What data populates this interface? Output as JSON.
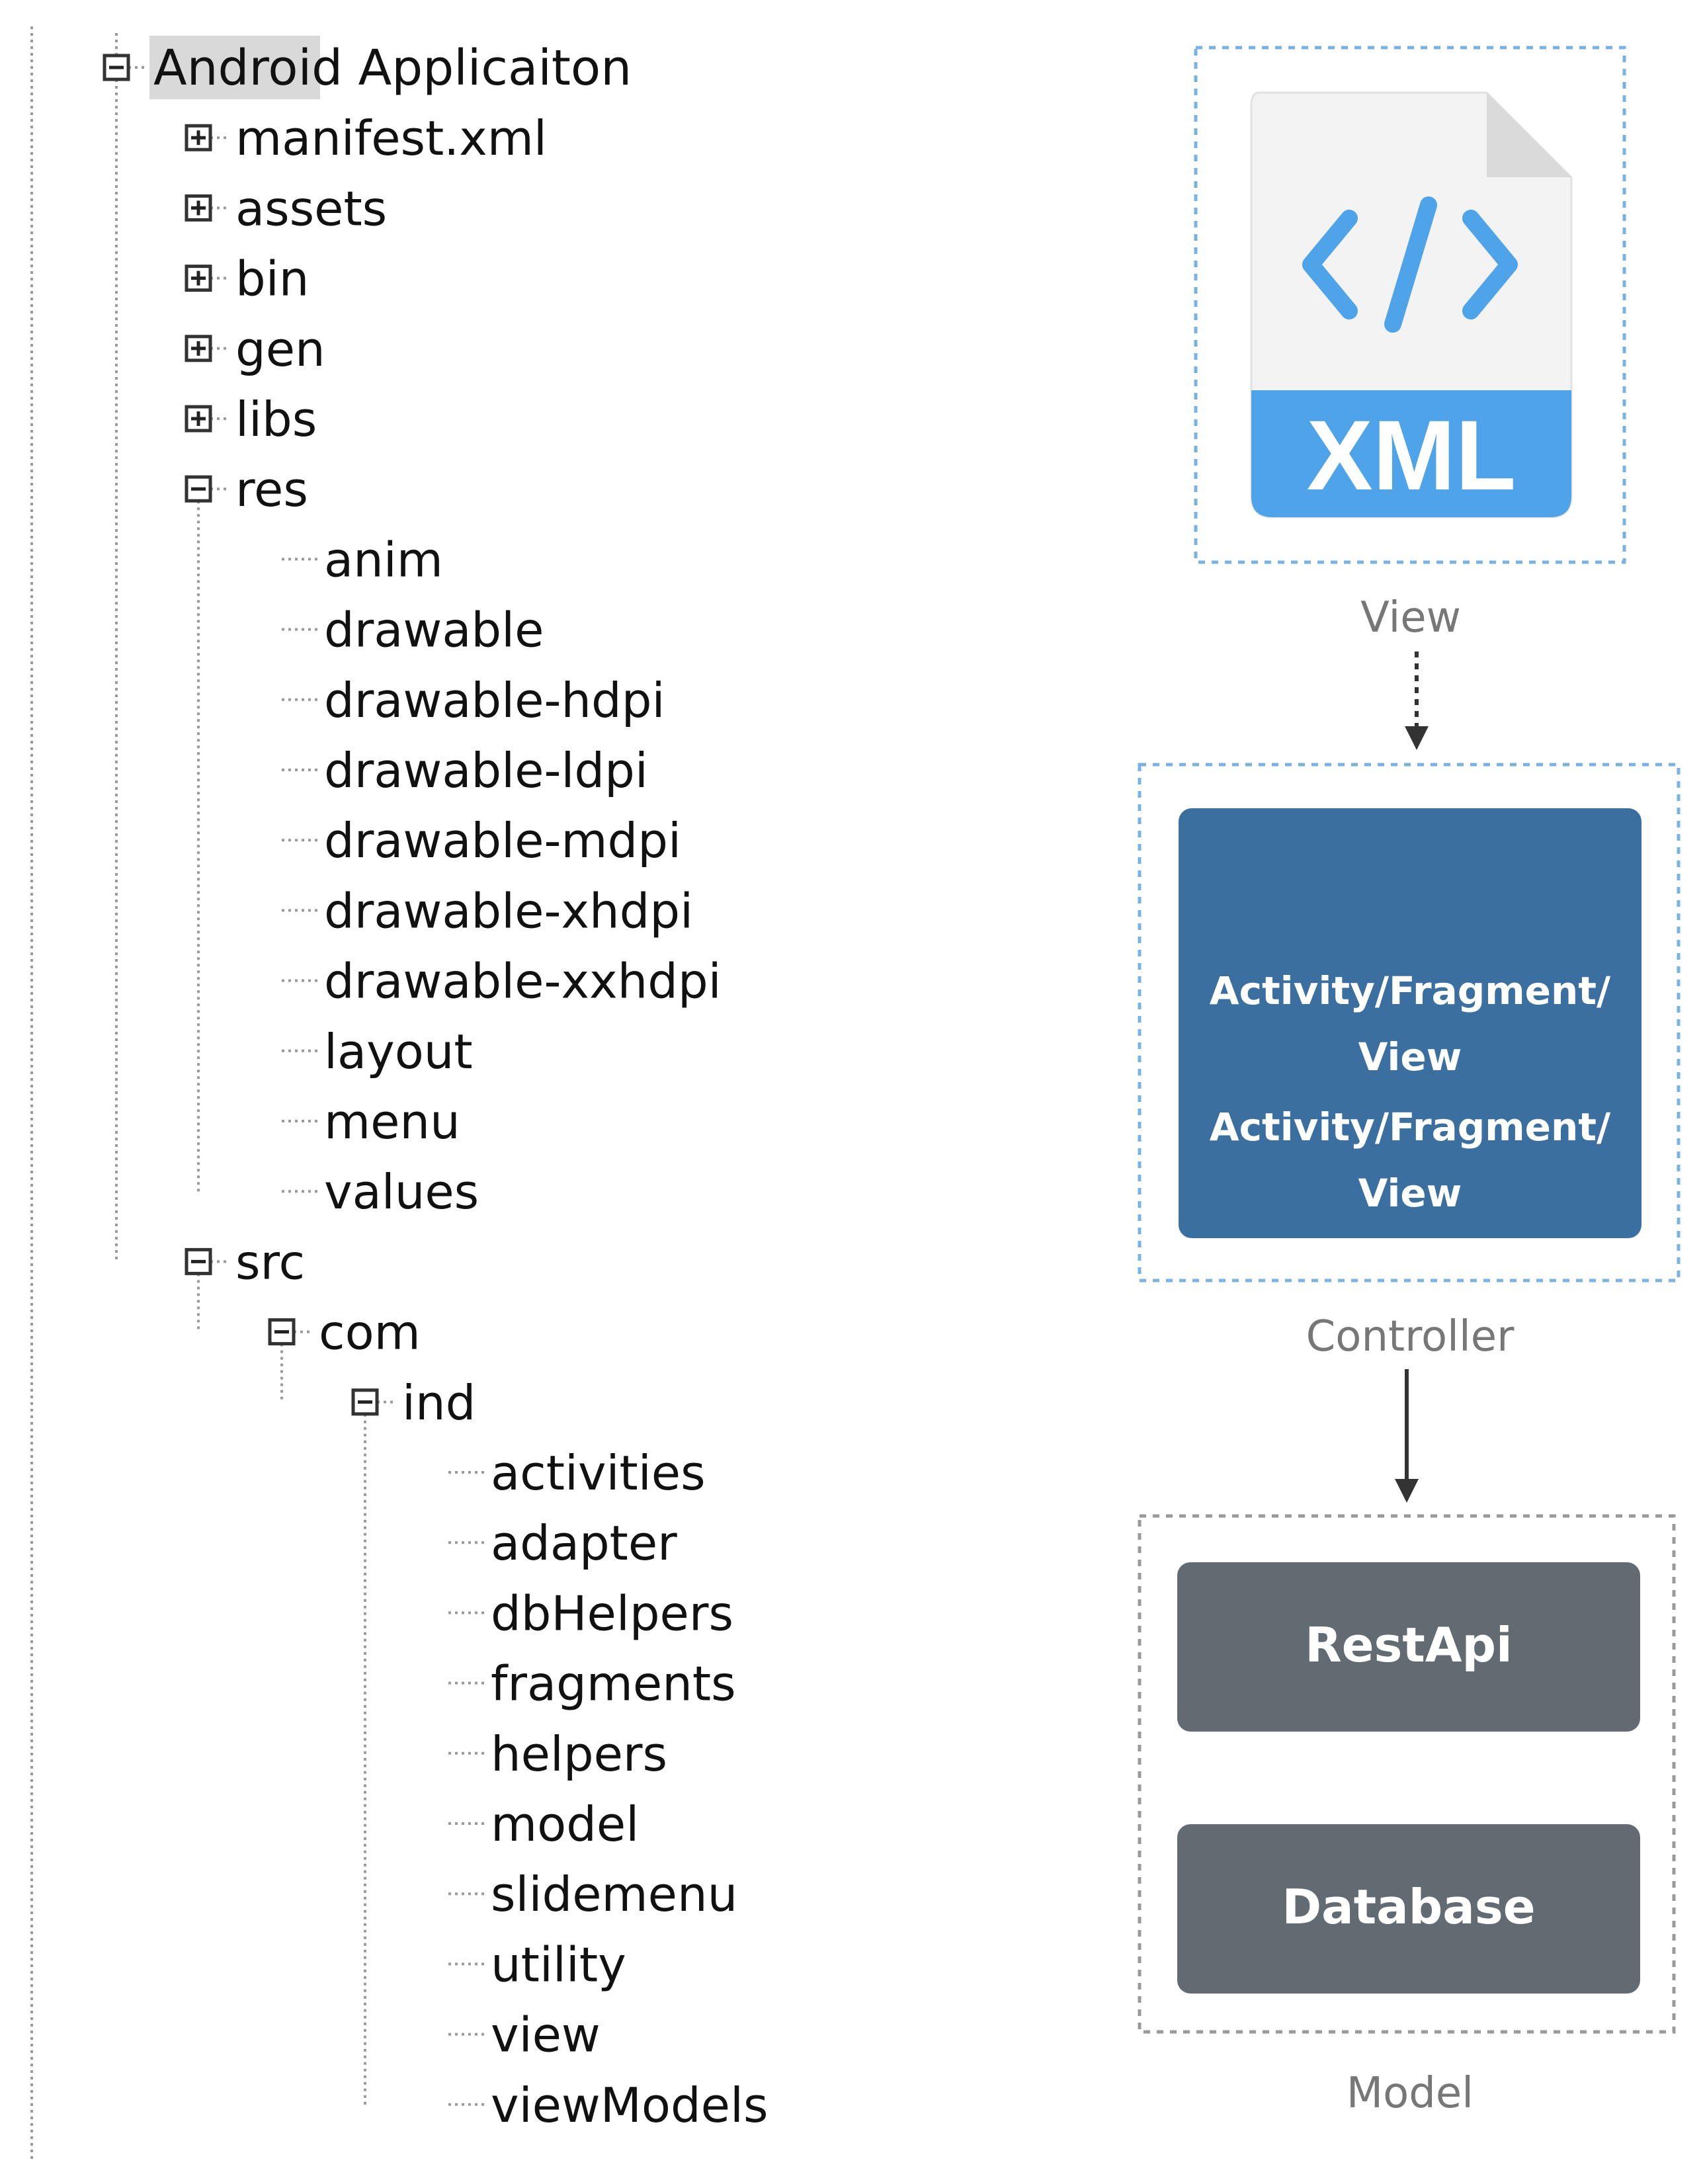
{
  "tree": {
    "root": {
      "label": "Android Applicaiton",
      "state": "expanded",
      "highlighted": true
    },
    "items": [
      {
        "label": "manifest.xml",
        "level": 1,
        "state": "collapsed"
      },
      {
        "label": "assets",
        "level": 1,
        "state": "collapsed"
      },
      {
        "label": "bin",
        "level": 1,
        "state": "collapsed"
      },
      {
        "label": "gen",
        "level": 1,
        "state": "collapsed"
      },
      {
        "label": "libs",
        "level": 1,
        "state": "collapsed"
      },
      {
        "label": "res",
        "level": 1,
        "state": "expanded"
      },
      {
        "label": "anim",
        "level": 2,
        "state": "leaf"
      },
      {
        "label": "drawable",
        "level": 2,
        "state": "leaf"
      },
      {
        "label": "drawable-hdpi",
        "level": 2,
        "state": "leaf"
      },
      {
        "label": "drawable-ldpi",
        "level": 2,
        "state": "leaf"
      },
      {
        "label": "drawable-mdpi",
        "level": 2,
        "state": "leaf"
      },
      {
        "label": "drawable-xhdpi",
        "level": 2,
        "state": "leaf"
      },
      {
        "label": "drawable-xxhdpi",
        "level": 2,
        "state": "leaf"
      },
      {
        "label": "layout",
        "level": 2,
        "state": "leaf"
      },
      {
        "label": "menu",
        "level": 2,
        "state": "leaf"
      },
      {
        "label": "values",
        "level": 2,
        "state": "leaf"
      },
      {
        "label": "src",
        "level": 1,
        "state": "expanded"
      },
      {
        "label": "com",
        "level": 2,
        "state": "expanded"
      },
      {
        "label": "ind",
        "level": 3,
        "state": "expanded"
      },
      {
        "label": "activities",
        "level": 4,
        "state": "leaf"
      },
      {
        "label": "adapter",
        "level": 4,
        "state": "leaf"
      },
      {
        "label": "dbHelpers",
        "level": 4,
        "state": "leaf"
      },
      {
        "label": "fragments",
        "level": 4,
        "state": "leaf"
      },
      {
        "label": "helpers",
        "level": 4,
        "state": "leaf"
      },
      {
        "label": "model",
        "level": 4,
        "state": "leaf"
      },
      {
        "label": "slidemenu",
        "level": 4,
        "state": "leaf"
      },
      {
        "label": "utility",
        "level": 4,
        "state": "leaf"
      },
      {
        "label": "view",
        "level": 4,
        "state": "leaf"
      },
      {
        "label": "viewModels",
        "level": 4,
        "state": "leaf"
      }
    ]
  },
  "mvc": {
    "view": {
      "file_badge": "XML",
      "caption": "View",
      "icon": "xml-file-icon"
    },
    "controller": {
      "lines": [
        "Activity/Fragment/",
        "View",
        "Activity/Fragment/",
        "View"
      ],
      "caption": "Controller"
    },
    "model": {
      "boxes": [
        "RestApi",
        "Database"
      ],
      "caption": "Model"
    }
  },
  "colors": {
    "xml_blue": "#4fa3e8",
    "controller_blue": "#3b6fa0",
    "model_gray": "#636b72",
    "dash_blue": "#79b3e6",
    "dash_gray": "#9a9a9a",
    "file_body": "#f3f3f3",
    "file_fold": "#dadada"
  }
}
